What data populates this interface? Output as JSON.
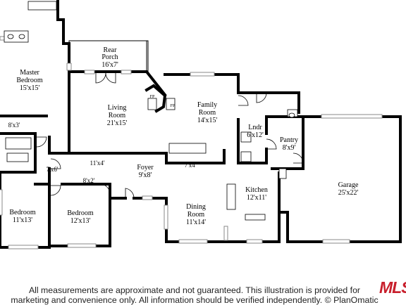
{
  "rooms": {
    "master_bedroom": {
      "name_line1": "Master",
      "name_line2": "Bedroom",
      "dims": "15'x15'"
    },
    "rear_porch": {
      "name_line1": "Rear",
      "name_line2": "Porch",
      "dims": "16'x7'"
    },
    "living_room": {
      "name_line1": "Living",
      "name_line2": "Room",
      "dims": "21'x15'"
    },
    "family_room": {
      "name_line1": "Family",
      "name_line2": "Room",
      "dims": "14'x15'"
    },
    "laundry": {
      "name": "Lndr",
      "dims": "6'x12'"
    },
    "pantry": {
      "name": "Pantry",
      "dims": "8'x9'"
    },
    "garage": {
      "name": "Garage",
      "dims": "25'x22'"
    },
    "foyer": {
      "name": "Foyer",
      "dims": "9'x8'"
    },
    "kitchen": {
      "name": "Kitchen",
      "dims": "12'x11'"
    },
    "dining_room": {
      "name_line1": "Dining",
      "name_line2": "Room",
      "dims": "11'x14'"
    },
    "bedroom_1": {
      "name": "Bedroom",
      "dims": "11'x13'"
    },
    "bedroom_2": {
      "name": "Bedroom",
      "dims": "12'x13'"
    }
  },
  "small_areas": {
    "closet_8x3": "8'x3'",
    "hall_7x6": "7'x6'",
    "hall_11x4": "11'x4'",
    "closet_8x2": "8'x2'",
    "bar_7x4": "7'x4'"
  },
  "fireplaces": {
    "left": "FP",
    "right": "FP"
  },
  "disclaimer": {
    "line1": "All measurements are approximate and not guaranteed. This illustration is provided for",
    "line2": "marketing and convenience only. All information should be verified independently. © PlanOmatic"
  },
  "brand": {
    "logo_text": "MLS",
    "color": "#c81f2c"
  }
}
